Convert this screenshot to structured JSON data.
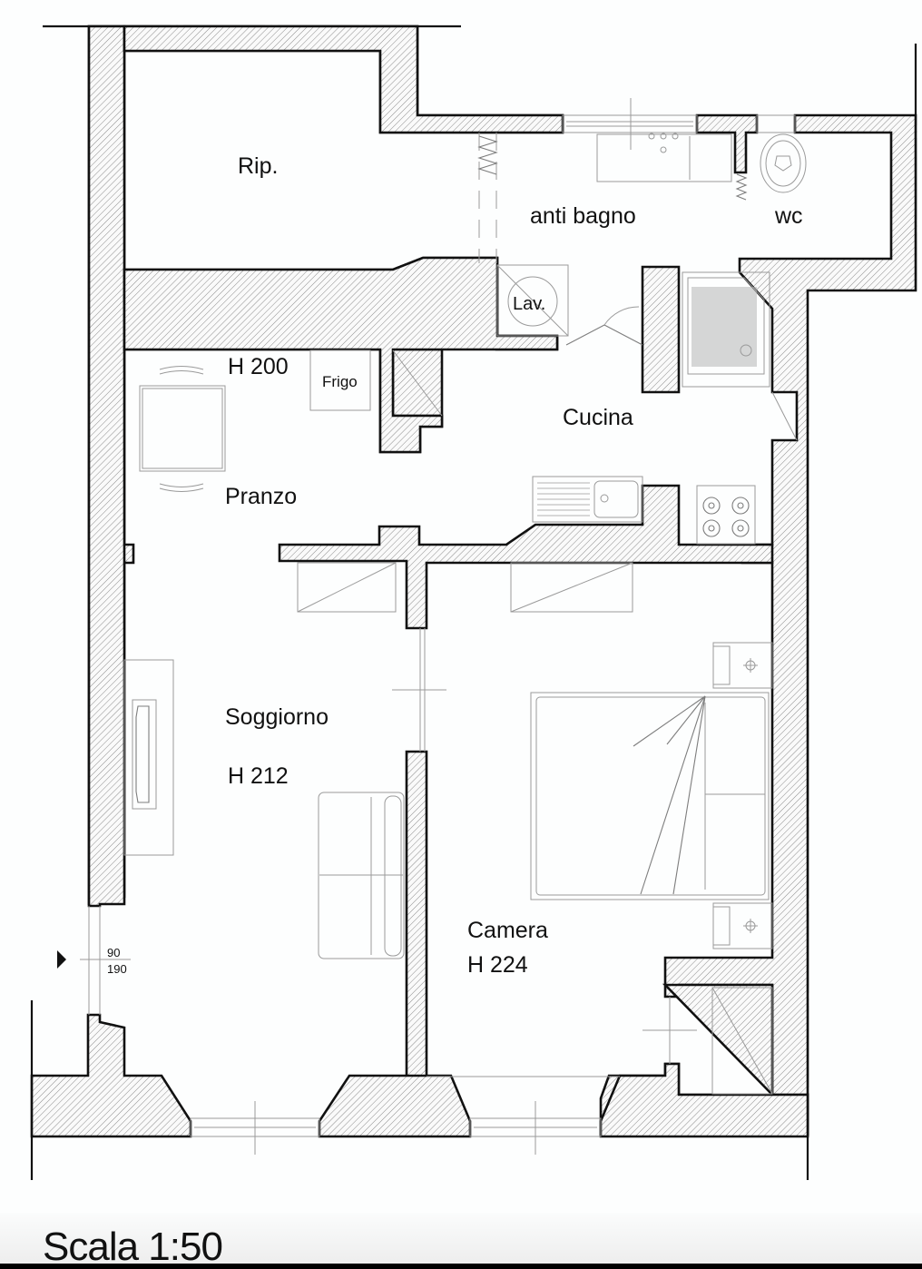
{
  "plan": {
    "rooms": {
      "ripostiglio": "Rip.",
      "antibagno": "anti bagno",
      "wc": "wc",
      "lavatrice": "Lav.",
      "frigo": "Frigo",
      "cucina": "Cucina",
      "pranzo": "Pranzo",
      "pranzo_height": "H 200",
      "soggiorno": "Soggiorno",
      "soggiorno_height": "H 212",
      "camera": "Camera",
      "camera_height": "H 224"
    },
    "entrance": {
      "width": "90",
      "height": "190"
    }
  },
  "footer": {
    "scale": "Scala 1:50"
  },
  "colors": {
    "wall_outline": "#111111",
    "hatch": "#8c8c8c",
    "furniture": "#9a9a9a",
    "background": "#fdfefe"
  }
}
